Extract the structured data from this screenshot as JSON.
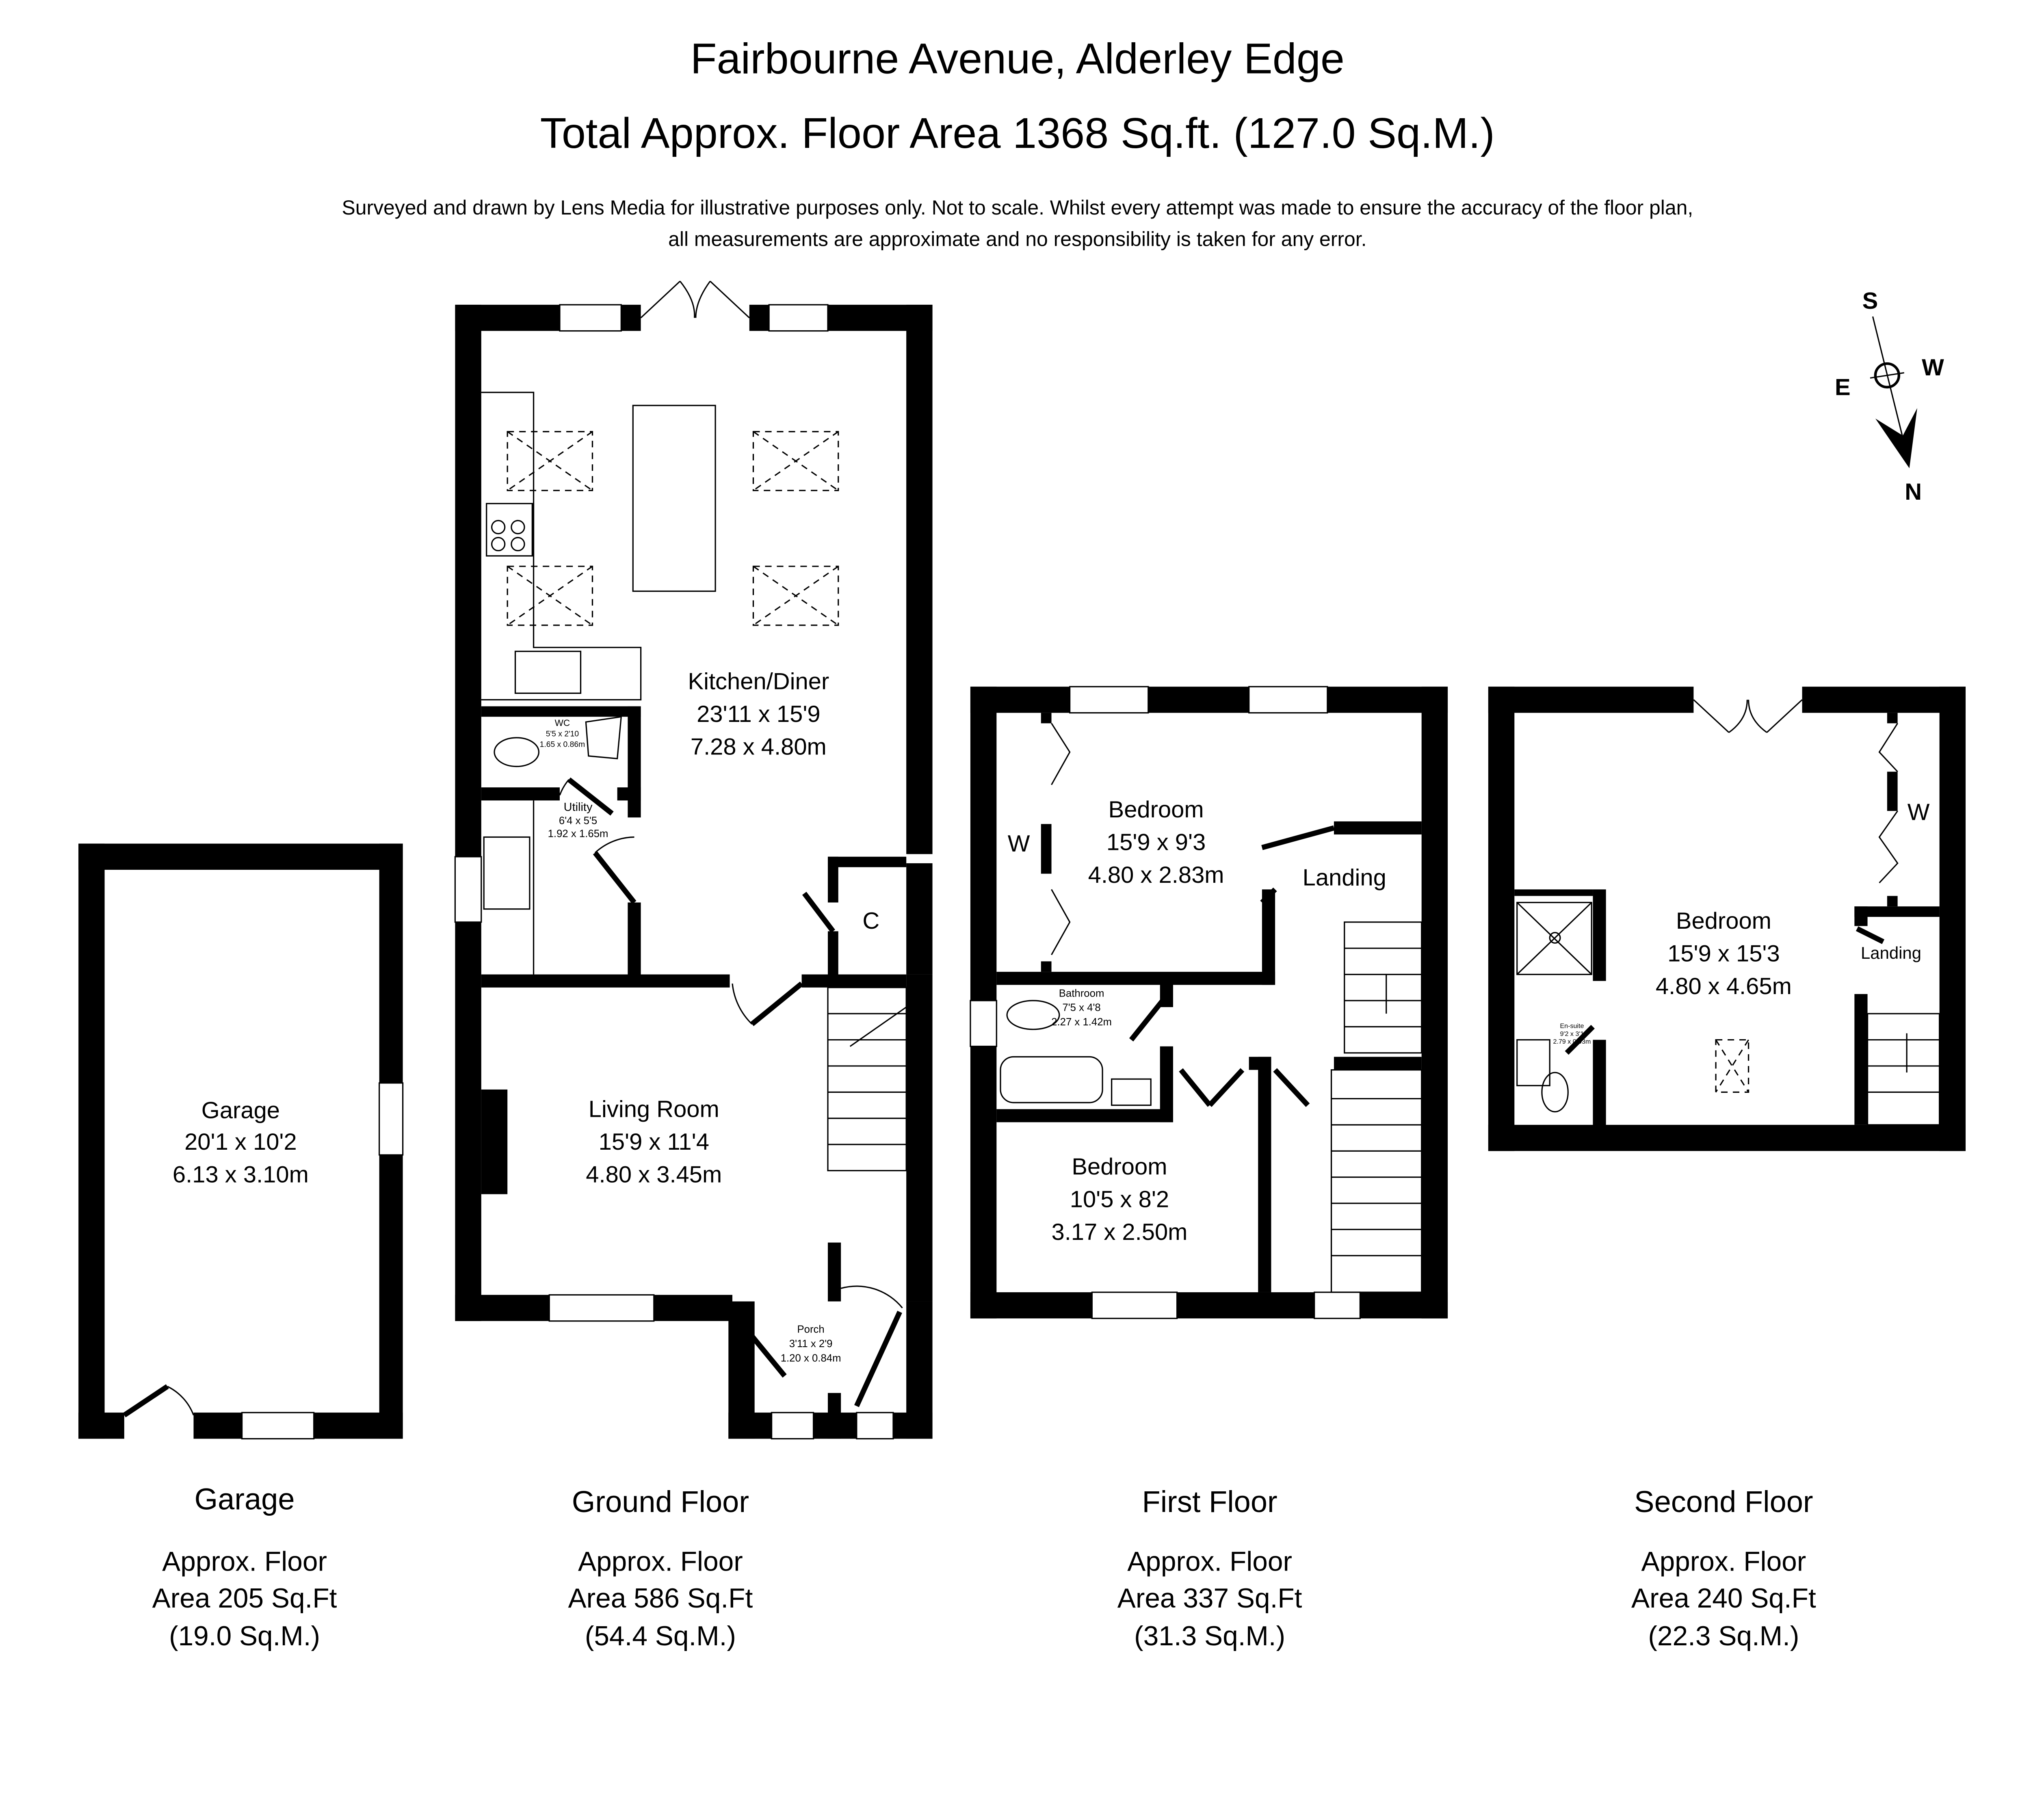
{
  "header": {
    "title": "Fairbourne Avenue, Alderley Edge",
    "subtitle": "Total Approx. Floor Area 1368 Sq.ft. (127.0 Sq.M.)",
    "disclaimer_line1": "Surveyed and drawn by Lens Media for illustrative purposes only. Not to scale. Whilst every attempt was made to ensure the accuracy of the floor plan,",
    "disclaimer_line2": "all measurements are approximate and no responsibility is taken for any error."
  },
  "compass": {
    "s": "S",
    "w": "W",
    "e": "E",
    "n": "N"
  },
  "rooms": {
    "garage": {
      "name": "Garage",
      "imperial": "20'1 x 10'2",
      "metric": "6.13 x 3.10m"
    },
    "kitchen": {
      "name": "Kitchen/Diner",
      "imperial": "23'11 x 15'9",
      "metric": "7.28 x 4.80m"
    },
    "wc": {
      "name": "WC",
      "imperial": "5'5 x 2'10",
      "metric": "1.65 x 0.86m"
    },
    "utility": {
      "name": "Utility",
      "imperial": "6'4 x 5'5",
      "metric": "1.92 x 1.65m"
    },
    "cupboard": {
      "name": "C"
    },
    "living": {
      "name": "Living Room",
      "imperial": "15'9 x 11'4",
      "metric": "4.80 x 3.45m"
    },
    "porch": {
      "name": "Porch",
      "imperial": "3'11 x 2'9",
      "metric": "1.20 x 0.84m"
    },
    "bedroom1": {
      "name": "Bedroom",
      "imperial": "15'9 x 9'3",
      "metric": "4.80 x 2.83m"
    },
    "wardrobe1": {
      "name": "W"
    },
    "landing1": {
      "name": "Landing"
    },
    "bathroom": {
      "name": "Bathroom",
      "imperial": "7'5 x 4'8",
      "metric": "2.27 x 1.42m"
    },
    "bedroom2": {
      "name": "Bedroom",
      "imperial": "10'5 x 8'2",
      "metric": "3.17 x 2.50m"
    },
    "bedroom3": {
      "name": "Bedroom",
      "imperial": "15'9 x 15'3",
      "metric": "4.80 x 4.65m"
    },
    "wardrobe2": {
      "name": "W"
    },
    "landing2": {
      "name": "Landing"
    },
    "ensuite": {
      "name": "En-suite",
      "imperial": "9'2 x 3'1",
      "metric": "2.79 x 0.93m"
    }
  },
  "floors": [
    {
      "name": "Garage",
      "line1": "Approx. Floor",
      "line2": "Area 205 Sq.Ft",
      "line3": "(19.0 Sq.M.)"
    },
    {
      "name": "Ground Floor",
      "line1": "Approx. Floor",
      "line2": "Area 586 Sq.Ft",
      "line3": "(54.4 Sq.M.)"
    },
    {
      "name": "First Floor",
      "line1": "Approx. Floor",
      "line2": "Area 337 Sq.Ft",
      "line3": "(31.3 Sq.M.)"
    },
    {
      "name": "Second Floor",
      "line1": "Approx. Floor",
      "line2": "Area 240 Sq.Ft",
      "line3": "(22.3 Sq.M.)"
    }
  ]
}
